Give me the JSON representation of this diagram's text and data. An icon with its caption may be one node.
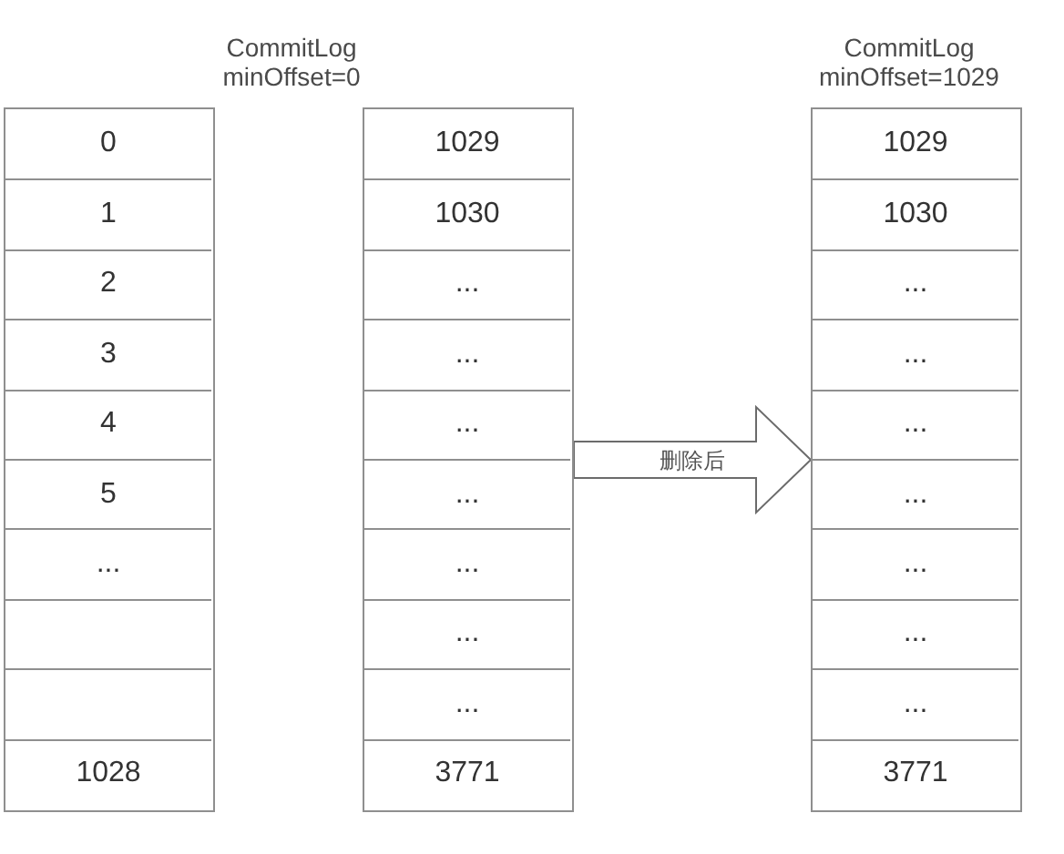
{
  "diagram": {
    "nodes": [
      {
        "text": [],
        "shape": "box"
      },
      {
        "text": [
          "0"
        ],
        "in": 0
      },
      {
        "text": [
          "1"
        ],
        "in": 0
      },
      {
        "text": [
          "2"
        ],
        "in": 0
      },
      {
        "text": [
          "3"
        ],
        "in": 0
      },
      {
        "text": [
          "4"
        ],
        "in": 0
      },
      {
        "text": [
          "5"
        ],
        "in": 0
      },
      {
        "text": [
          "..."
        ],
        "in": 0
      },
      {
        "text": [],
        "shape": "box",
        "in": 0
      },
      {
        "text": [],
        "shape": "box",
        "in": 0
      },
      {
        "text": [
          "1028"
        ],
        "in": 0
      },
      {
        "text": [],
        "shape": "box"
      },
      {
        "text": [
          "1029"
        ],
        "in": 11
      },
      {
        "text": [
          "1030"
        ],
        "in": 11
      },
      {
        "text": [
          "..."
        ],
        "in": 11
      },
      {
        "text": [
          "..."
        ],
        "in": 11
      },
      {
        "text": [
          "..."
        ],
        "in": 11
      },
      {
        "text": [
          "..."
        ],
        "in": 11
      },
      {
        "text": [
          "..."
        ],
        "in": 11
      },
      {
        "text": [
          "..."
        ],
        "in": 11
      },
      {
        "text": [
          "..."
        ],
        "in": 11
      },
      {
        "text": [
          "3771"
        ],
        "in": 11
      },
      {
        "text": [],
        "shape": "box"
      },
      {
        "text": [
          "1029"
        ],
        "in": 22
      },
      {
        "text": [
          "1030"
        ],
        "in": 22
      },
      {
        "text": [
          "..."
        ],
        "in": 22
      },
      {
        "text": [
          "..."
        ],
        "in": 22
      },
      {
        "text": [
          "..."
        ],
        "in": 22
      },
      {
        "text": [
          "..."
        ],
        "in": 22
      },
      {
        "text": [
          "..."
        ],
        "in": 22
      },
      {
        "text": [
          "..."
        ],
        "in": 22
      },
      {
        "text": [
          "..."
        ],
        "in": 22
      },
      {
        "text": [
          "3771"
        ],
        "in": 22
      }
    ],
    "edges": [
      {
        "from": 11,
        "to": 22,
        "arrow": "to",
        "label": "删除后"
      }
    ],
    "labels": [
      "CommitLog minOffset=0",
      "CommitLog minOffset=1029"
    ]
  }
}
